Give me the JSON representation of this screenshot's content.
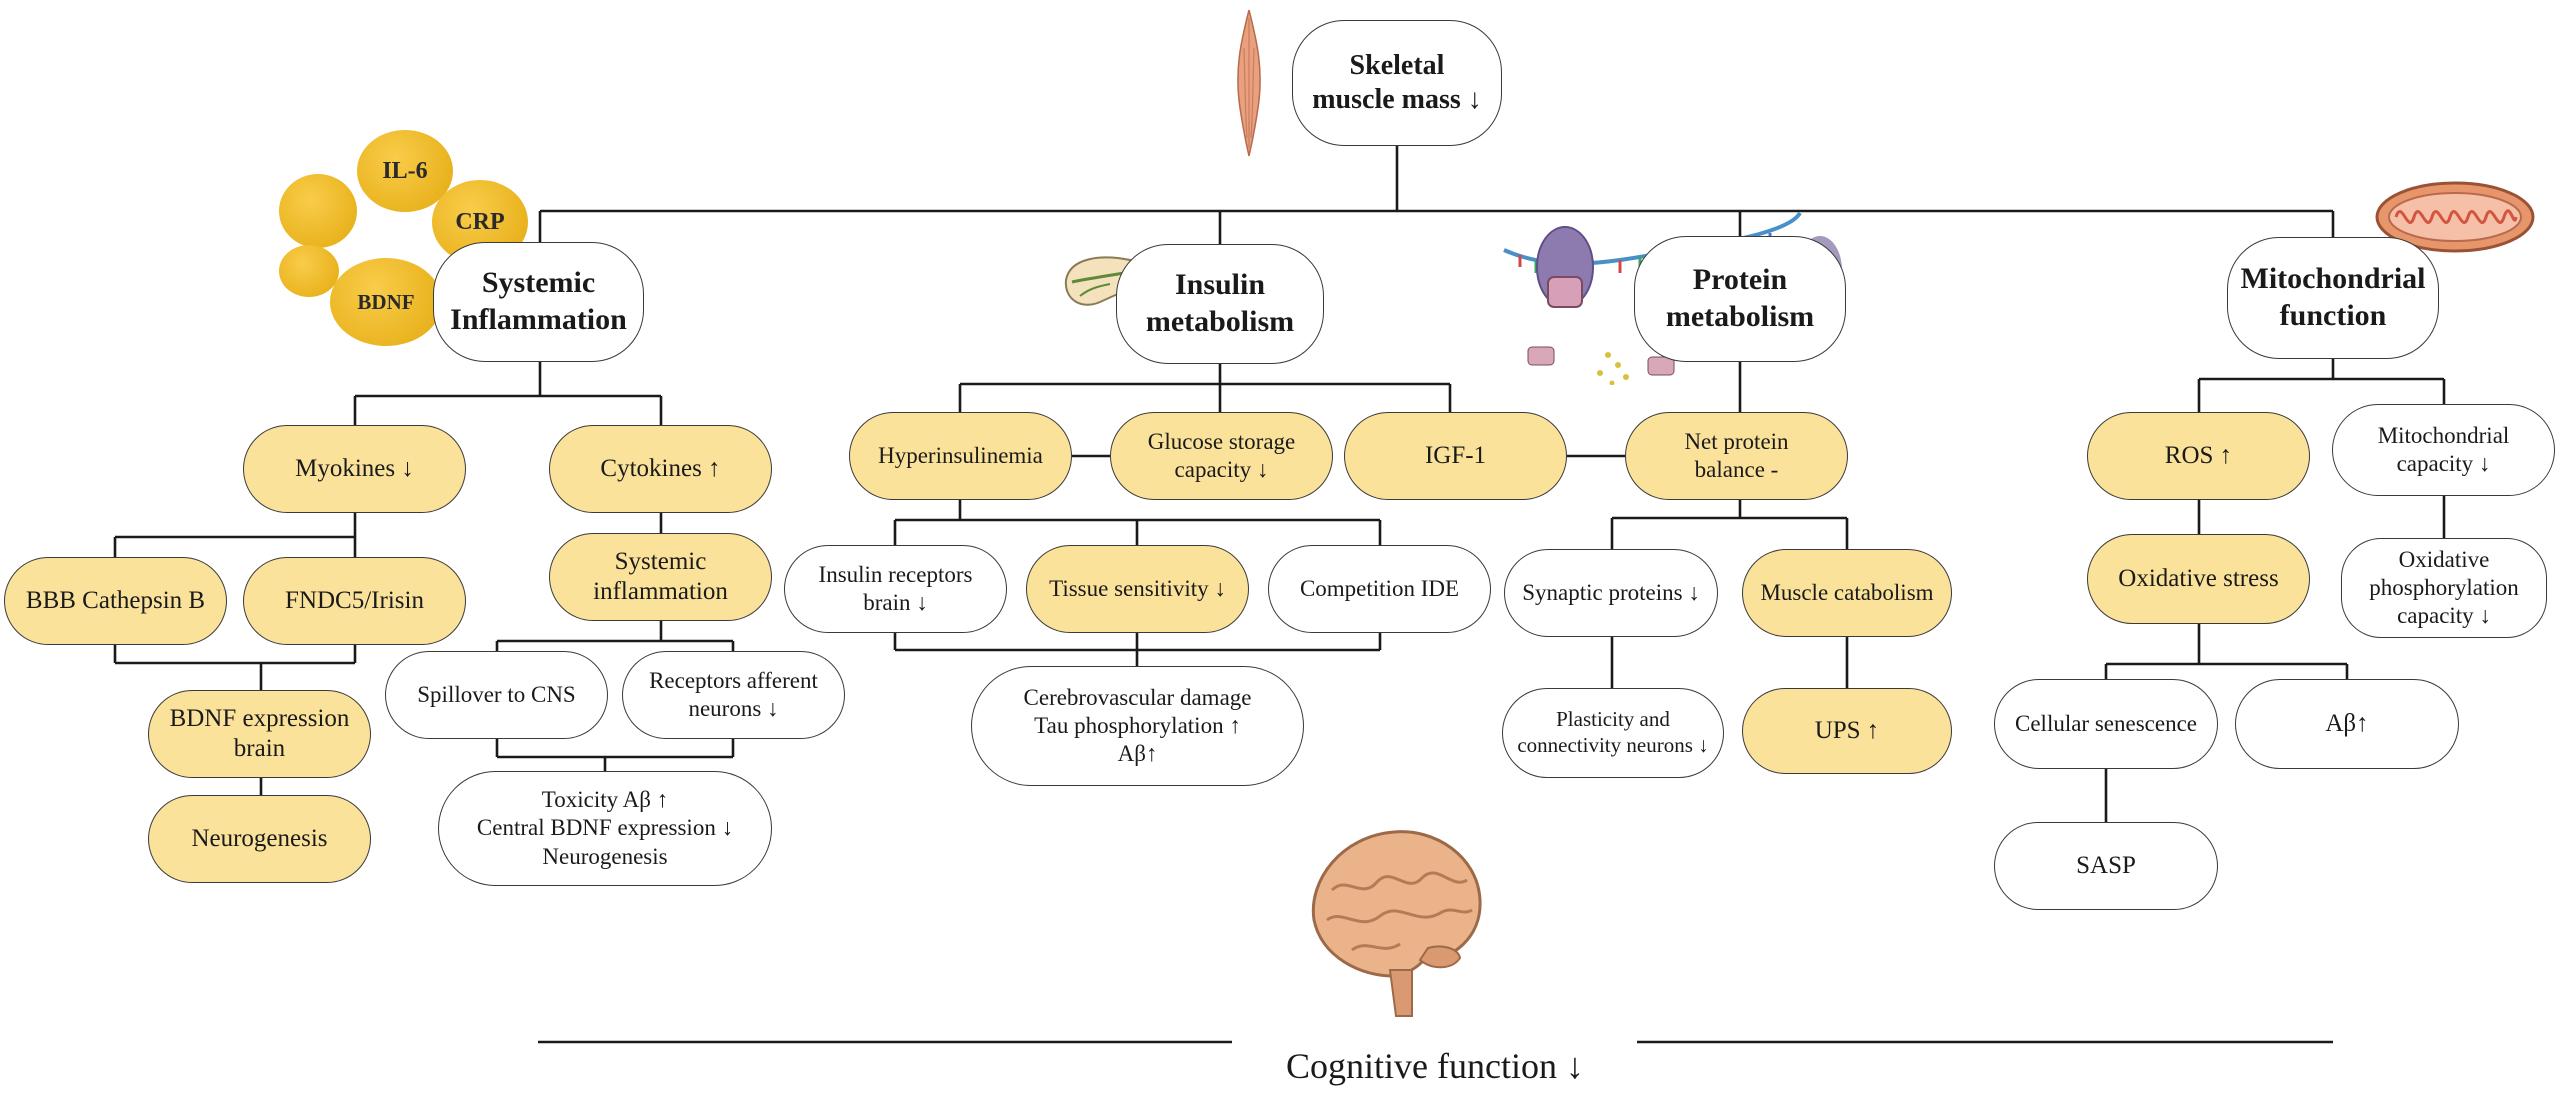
{
  "root": "Skeletal muscle mass ↓",
  "footer": "Cognitive function ↓",
  "colors": {
    "highlight": "#fbe29a",
    "circle": "#eeb524",
    "line": "#1a1a1a"
  },
  "icons": [
    "muscle-icon",
    "pancreas-icon",
    "ribosome-mrna-icon",
    "mitochondrion-icon",
    "brain-icon"
  ],
  "inflammation_markers": [
    "IL-6",
    "CRP",
    "BDNF"
  ],
  "branches": {
    "inflammation": {
      "title": "Systemic\nInflammation",
      "myokines": "Myokines ↓",
      "cytokines": "Cytokines ↑",
      "cathepsin": "BBB Cathepsin B",
      "irisin": "FNDC5/Irisin",
      "bdnf_brain": "BDNF expression\nbrain",
      "neurogenesis": "Neurogenesis",
      "systemic_inflammation": "Systemic\ninflammation",
      "spillover": "Spillover to CNS",
      "receptors": "Receptors afferent\nneurons ↓",
      "toxicity": "Toxicity Aβ ↑\nCentral BDNF expression ↓\nNeurogenesis"
    },
    "insulin": {
      "title": "Insulin\nmetabolism",
      "hyperinsulinemia": "Hyperinsulinemia",
      "glucose": "Glucose storage\ncapacity ↓",
      "igf1": "IGF-1",
      "receptors_brain": "Insulin receptors\nbrain ↓",
      "tissue": "Tissue sensitivity ↓",
      "ide": "Competition IDE",
      "cerebro": "Cerebrovascular damage\nTau phosphorylation ↑\nAβ↑"
    },
    "protein": {
      "title": "Protein\nmetabolism",
      "net_balance": "Net protein\nbalance -",
      "synaptic": "Synaptic proteins ↓",
      "catabolism": "Muscle catabolism",
      "plasticity": "Plasticity and\nconnectivity neurons ↓",
      "ups": "UPS ↑"
    },
    "mitochondria": {
      "title": "Mitochondrial\nfunction",
      "ros": "ROS ↑",
      "capacity": "Mitochondrial\ncapacity ↓",
      "oxidative_stress": "Oxidative stress",
      "oxphos": "Oxidative\nphosphorylation\ncapacity ↓",
      "senescence": "Cellular senescence",
      "abeta": "Aβ↑",
      "sasp": "SASP"
    }
  }
}
